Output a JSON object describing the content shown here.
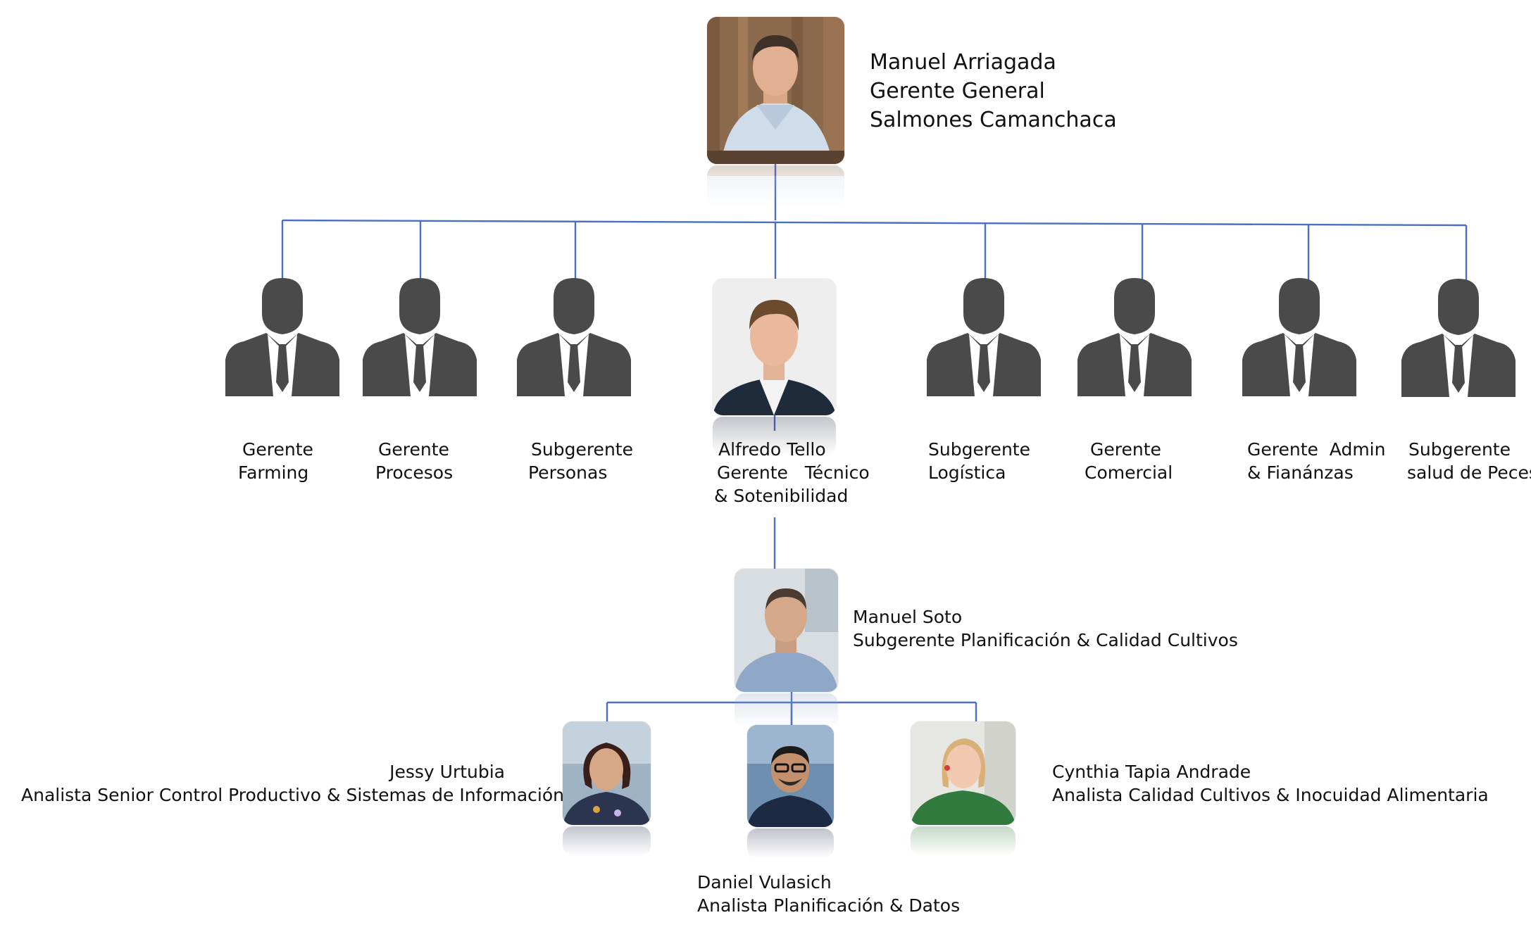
{
  "top": {
    "name": "Manuel Arriagada",
    "role": "Gerente General",
    "company": "Salmones Camanchaca"
  },
  "managers": [
    {
      "l1": "Gerente",
      "l2": "Farming",
      "icon": "person-silhouette-icon"
    },
    {
      "l1": "Gerente",
      "l2": "Procesos",
      "icon": "person-silhouette-icon"
    },
    {
      "l1": "Subgerente",
      "l2": "Personas",
      "icon": "person-silhouette-icon"
    },
    {
      "l1": "Alfredo Tello",
      "l2": "Gerente   Técnico",
      "l3": "& Sotenibilidad",
      "icon": "photo"
    },
    {
      "l1": "Subgerente",
      "l2": "Logística",
      "icon": "person-silhouette-icon"
    },
    {
      "l1": "Gerente",
      "l2": "Comercial",
      "icon": "person-silhouette-icon"
    },
    {
      "l1": "Gerente  Admin",
      "l2": "& Fianánzas",
      "icon": "person-silhouette-icon"
    },
    {
      "l1": "Subgerente",
      "l2": "salud de Peces",
      "icon": "person-silhouette-icon"
    }
  ],
  "sub": {
    "name": "Manuel Soto",
    "role": "Subgerente Planificación & Calidad Cultivos"
  },
  "team": [
    {
      "name": "Jessy Urtubia",
      "role": "Analista Senior Control Productivo & Sistemas de Información"
    },
    {
      "name": "Daniel Vulasich",
      "role": "Analista Planificación & Datos"
    },
    {
      "name": "Cynthia Tapia Andrade",
      "role": "Analista Calidad Cultivos & Inocuidad Alimentaria"
    }
  ],
  "colors": {
    "line": "#4a6fc4",
    "silhouette": "#4a4a4a"
  }
}
